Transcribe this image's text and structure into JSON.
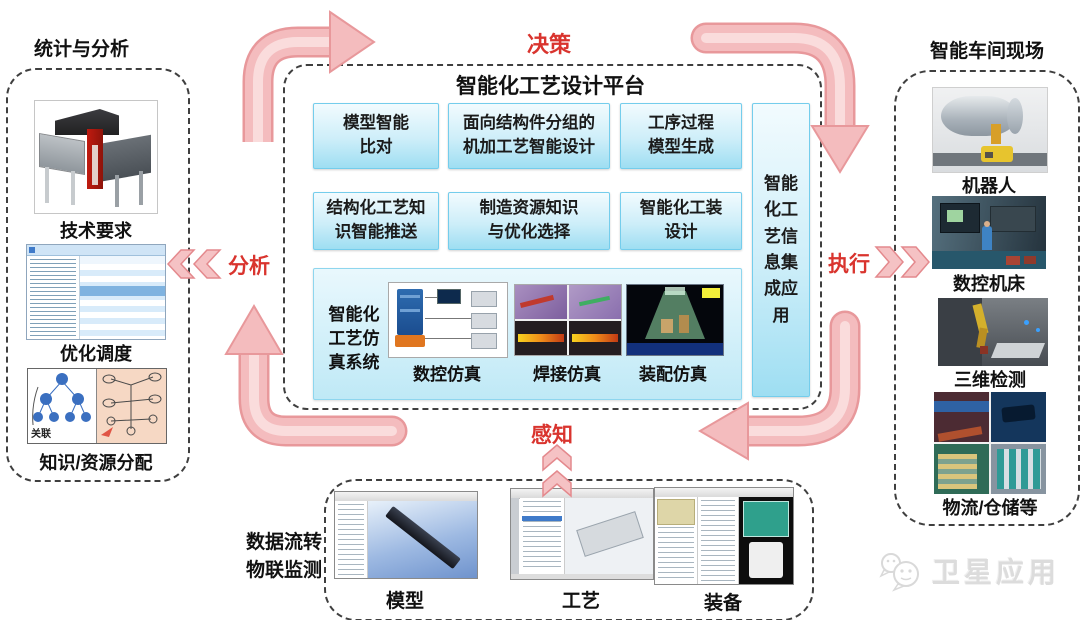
{
  "flow": {
    "decision": "决策",
    "analysis": "分析",
    "execution": "执行",
    "perception": "感知"
  },
  "left_panel": {
    "title": "统计与分析",
    "captions": [
      "技术要求",
      "优化调度",
      "知识/资源分配"
    ],
    "association_label": "关联"
  },
  "platform": {
    "title": "智能化工艺设计平台",
    "row1": [
      "模型智能\n比对",
      "面向结构件分组的\n机加工艺智能设计",
      "工序过程\n模型生成"
    ],
    "row2": [
      "结构化工艺知\n识智能推送",
      "制造资源知识\n与优化选择",
      "智能化工装\n设计"
    ],
    "side_box": "智能化工艺信息集成应用",
    "sim_label": "智能化\n工艺仿\n真系统",
    "sim_captions": [
      "数控仿真",
      "焊接仿真",
      "装配仿真"
    ]
  },
  "right_panel": {
    "title": "智能车间现场",
    "captions": [
      "机器人",
      "数控机床",
      "三维检测",
      "物流/仓储等"
    ]
  },
  "bottom_panel": {
    "side_label": "数据流转\n物联监测",
    "captions": [
      "模型",
      "工艺",
      "装备"
    ]
  },
  "watermark": {
    "text": "卫星应用"
  },
  "colors": {
    "flow_red": "#d9342e",
    "arrow_fill": "#f4bcbe",
    "arrow_edge": "#e8989b",
    "box_border": "#74cdec"
  }
}
